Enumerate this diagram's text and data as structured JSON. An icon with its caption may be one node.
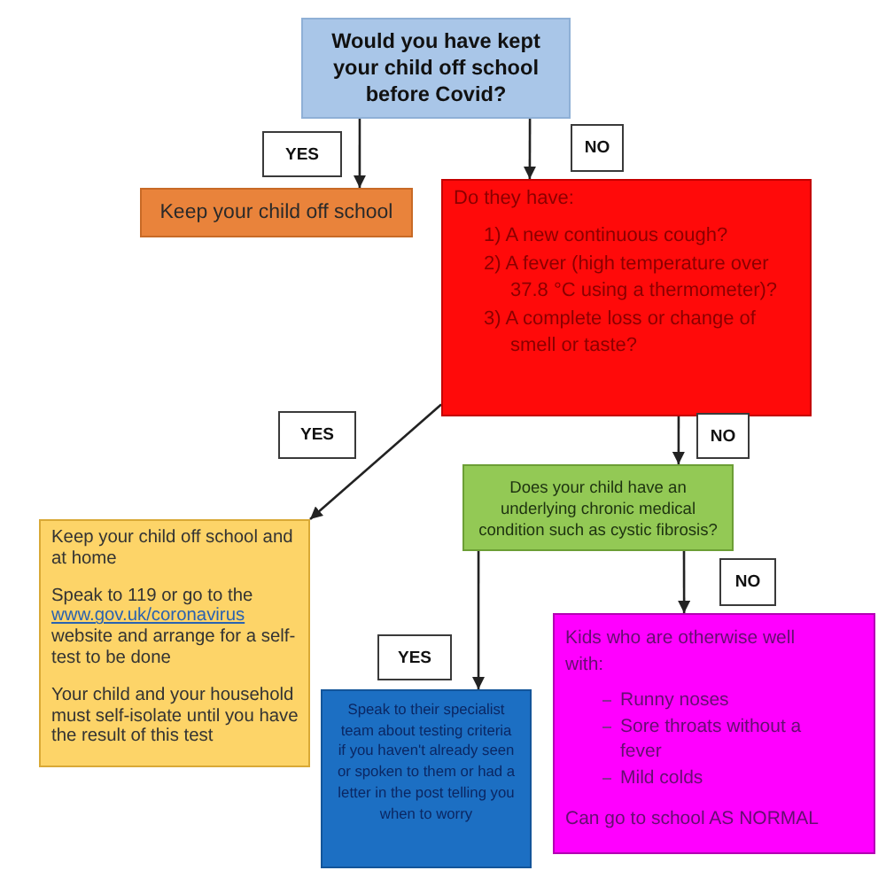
{
  "diagram": {
    "nodes": [
      {
        "text": [
          "Would you have kept your child off school before Covid?"
        ]
      },
      {
        "text": [
          "Keep your child off school"
        ]
      },
      {
        "text": [
          "Do they have:",
          "1) A new continuous cough?",
          "2) A fever (high temperature over 37.8 °C using a thermometer)?",
          "3) A complete loss or change of smell or taste?"
        ]
      },
      {
        "text": [
          "Keep your child off school and at home",
          "Speak to 119 or go to the",
          "www.gov.uk/coronavirus",
          "website and arrange for a self-test to be done",
          "Your child and your household must self-isolate until you have the result of this test"
        ]
      },
      {
        "text": [
          "Does your child have an underlying chronic medical condition such as cystic fibrosis?"
        ]
      },
      {
        "text": [
          "Speak to their specialist team about testing criteria if you haven't already seen or spoken to them or had a letter in the post telling you when to worry"
        ]
      },
      {
        "text": [
          "Kids who are otherwise well with:",
          "Runny noses",
          "Sore throats without a fever",
          "Mild colds",
          "Can go to school AS NORMAL"
        ]
      }
    ],
    "edges": [
      {
        "from": 0,
        "to": 1,
        "arrow": "to",
        "label": "YES"
      },
      {
        "from": 0,
        "to": 2,
        "arrow": "to",
        "label": "NO"
      },
      {
        "from": 2,
        "to": 3,
        "arrow": "to",
        "label": "YES"
      },
      {
        "from": 2,
        "to": 4,
        "arrow": "to",
        "label": "NO"
      },
      {
        "from": 4,
        "to": 5,
        "arrow": "to",
        "label": "YES"
      },
      {
        "from": 4,
        "to": 6,
        "arrow": "to",
        "label": "NO"
      }
    ]
  }
}
